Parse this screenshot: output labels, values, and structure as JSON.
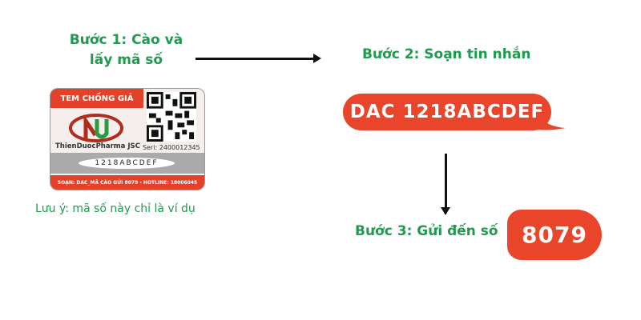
{
  "step1": {
    "line1": "Bước 1: Cào và",
    "line2": "lấy mã số"
  },
  "step2": "Bước 2: Soạn tin nhắn",
  "step3": "Bước 3: Gửi đến số",
  "message": "DAC 1218ABCDEF",
  "number": "8079",
  "note": "Lưu ý: mã số này chỉ là ví dụ",
  "label": {
    "title": "TEM CHỐNG GIẢ",
    "brand": "ThienDuocPharma JSC",
    "serial": "Seri: 2400012345",
    "code": "1218ABCDEF",
    "footer": "SOẠN: DAC_MÃ CÀO GỬI 8079 - HOTLINE: 18006045"
  },
  "colors": {
    "green": "#1f9a4e",
    "red": "#e8452a"
  }
}
